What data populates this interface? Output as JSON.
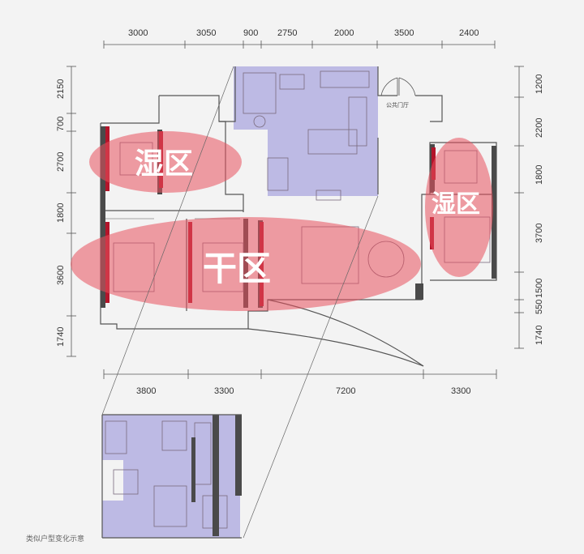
{
  "dims": {
    "top": [
      "3000",
      "3050",
      "900",
      "2750",
      "2000",
      "3500",
      "2400"
    ],
    "bottom": [
      "3800",
      "3300",
      "7200",
      "3300"
    ],
    "left": [
      "2150",
      "700",
      "2700",
      "1800",
      "3600",
      "1740"
    ],
    "right": [
      "1200",
      "2200",
      "1800",
      "3700",
      "1500",
      "550",
      "1740"
    ]
  },
  "zones": {
    "wet_left": "湿区",
    "dry": "干区",
    "wet_right": "湿区"
  },
  "labels": {
    "door": "公共门厅",
    "caption": "类似户型变化示意"
  },
  "colors": {
    "wet_zone": "#e8505d",
    "dry_zone": "#e8505d",
    "purple": "#b3afe0",
    "wall": "#4a4a4a",
    "accent_red": "#b3142a"
  }
}
